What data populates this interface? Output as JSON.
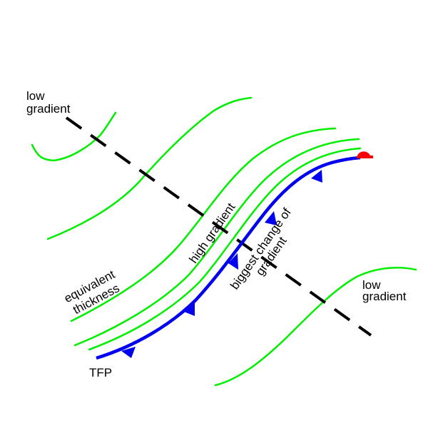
{
  "labels": {
    "low_gradient_top": [
      "low",
      "gradient"
    ],
    "equivalent_thickness": [
      "equivalent",
      "thickness"
    ],
    "high_gradient": "high gradient",
    "biggest_change": [
      "biggest change of",
      "gradient"
    ],
    "low_gradient_bottom": [
      "low",
      "gradient"
    ],
    "tfp": "TFP"
  },
  "colors": {
    "isoline": "#00ee00",
    "front": "#0000ee",
    "warm_front": "#ff0000",
    "cross_section": "#000000"
  }
}
